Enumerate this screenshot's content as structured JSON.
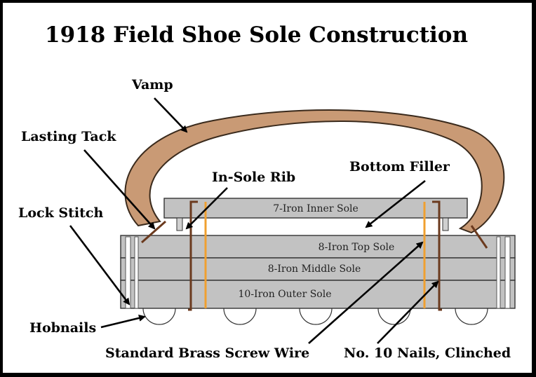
{
  "title": "1918 Field Shoe Sole Construction",
  "labels": {
    "vamp": "Vamp",
    "lasting_tack": "Lasting Tack",
    "in_sole_rib": "In-Sole Rib",
    "bottom_filler": "Bottom Filler",
    "lock_stitch": "Lock Stitch",
    "hobnails": "Hobnails",
    "screw_wire": "Standard Brass Screw Wire",
    "nails": "No. 10 Nails, Clinched"
  },
  "soles": {
    "inner": "7-Iron Inner Sole",
    "top": "8-Iron Top Sole",
    "middle": "8-Iron Middle Sole",
    "outer": "10-Iron Outer Sole"
  },
  "colors": {
    "vamp_fill": "#c99a75",
    "vamp_stroke": "#3a2a1c",
    "sole_fill": "#c2c2c2",
    "screw_wire": "#f0a030",
    "nail": "#6b3a1e",
    "stitch": "#ffffff"
  }
}
